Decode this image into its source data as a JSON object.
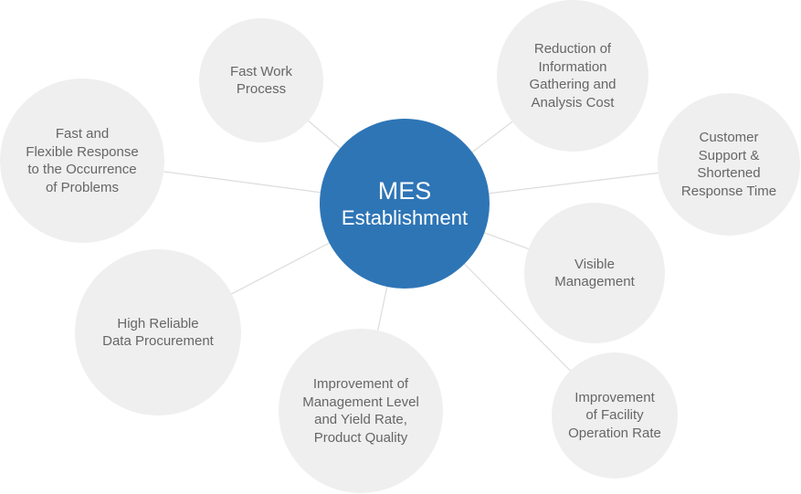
{
  "center": {
    "title": "MES",
    "subtitle": "Establishment",
    "color": "#2e75b6"
  },
  "benefits": [
    {
      "id": "fast-work-process",
      "label": "Fast Work\nProcess"
    },
    {
      "id": "reduction-of-information-cost",
      "label": "Reduction of\nInformation\nGathering and\nAnalysis Cost"
    },
    {
      "id": "customer-support",
      "label": "Customer\nSupport &\nShortened\nResponse Time"
    },
    {
      "id": "visible-management",
      "label": "Visible\nManagement"
    },
    {
      "id": "facility-operation-rate",
      "label": "Improvement\nof Facility\nOperation Rate"
    },
    {
      "id": "management-level-yield",
      "label": "Improvement of\nManagement Level\nand Yield Rate,\nProduct Quality"
    },
    {
      "id": "reliable-data-procurement",
      "label": "High Reliable\nData Procurement"
    },
    {
      "id": "fast-flexible-response",
      "label": "Fast and\nFlexible Response\nto the Occurrence\nof Problems"
    }
  ],
  "colors": {
    "node_fill": "#efefef",
    "node_text": "#666666",
    "connector": "#dcdcdc"
  }
}
